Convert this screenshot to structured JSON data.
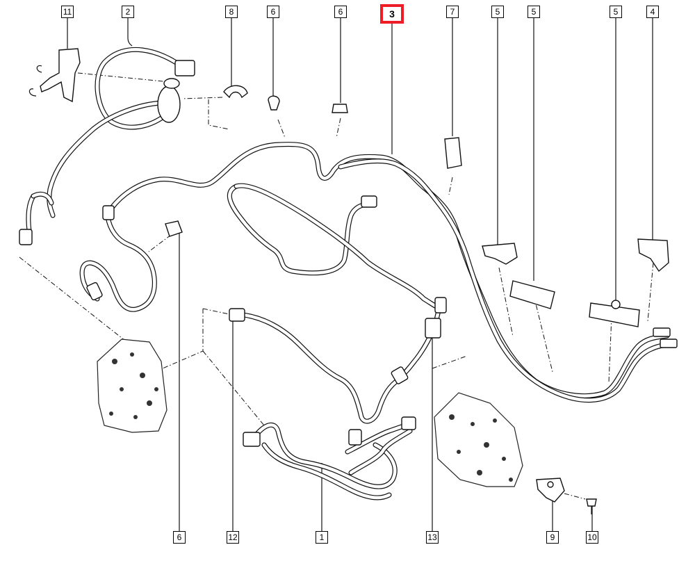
{
  "callouts": {
    "top": [
      {
        "label": "11",
        "highlight": false
      },
      {
        "label": "2",
        "highlight": false
      },
      {
        "label": "8",
        "highlight": false
      },
      {
        "label": "6",
        "highlight": false
      },
      {
        "label": "6",
        "highlight": false
      },
      {
        "label": "3",
        "highlight": true
      },
      {
        "label": "7",
        "highlight": false
      },
      {
        "label": "5",
        "highlight": false
      },
      {
        "label": "5",
        "highlight": false
      },
      {
        "label": "5",
        "highlight": false
      },
      {
        "label": "4",
        "highlight": false
      }
    ],
    "bottom": [
      {
        "label": "6",
        "highlight": false
      },
      {
        "label": "12",
        "highlight": false
      },
      {
        "label": "1",
        "highlight": false
      },
      {
        "label": "13",
        "highlight": false
      },
      {
        "label": "9",
        "highlight": false
      },
      {
        "label": "10",
        "highlight": false
      }
    ]
  },
  "colors": {
    "highlight": "#ee1c25",
    "line": "#111111",
    "background": "#ffffff"
  }
}
